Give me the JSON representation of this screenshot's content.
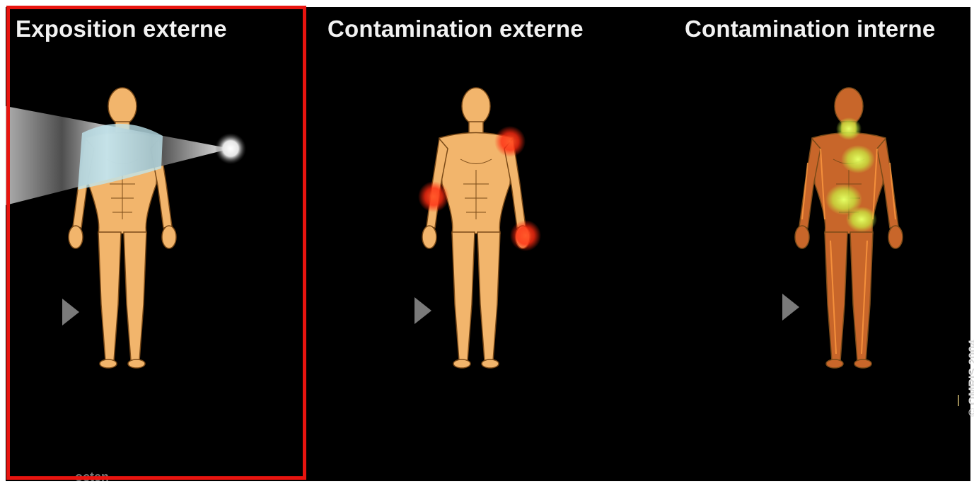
{
  "panels": [
    {
      "id": "external-exposure",
      "title": "Exposition externe",
      "selected": true
    },
    {
      "id": "external-contamination",
      "title": "Contamination externe",
      "selected": false
    },
    {
      "id": "internal-contamination",
      "title": "Contamination interne",
      "selected": false
    }
  ],
  "copyright": "© OMRIS 2004",
  "bottom_fragment": "octen",
  "colors": {
    "background": "#000000",
    "selection_frame": "#e8140f",
    "skin": "#f2b56c",
    "skin_outline": "#7a4a18",
    "radiation_field": "#bfe6ee",
    "contamination_spot": "#ff3a1a",
    "internal_glow": "#d9ff4a"
  },
  "icons": {
    "play_arrow": "play-arrow-icon",
    "radiation_source": "radiation-source-icon"
  }
}
